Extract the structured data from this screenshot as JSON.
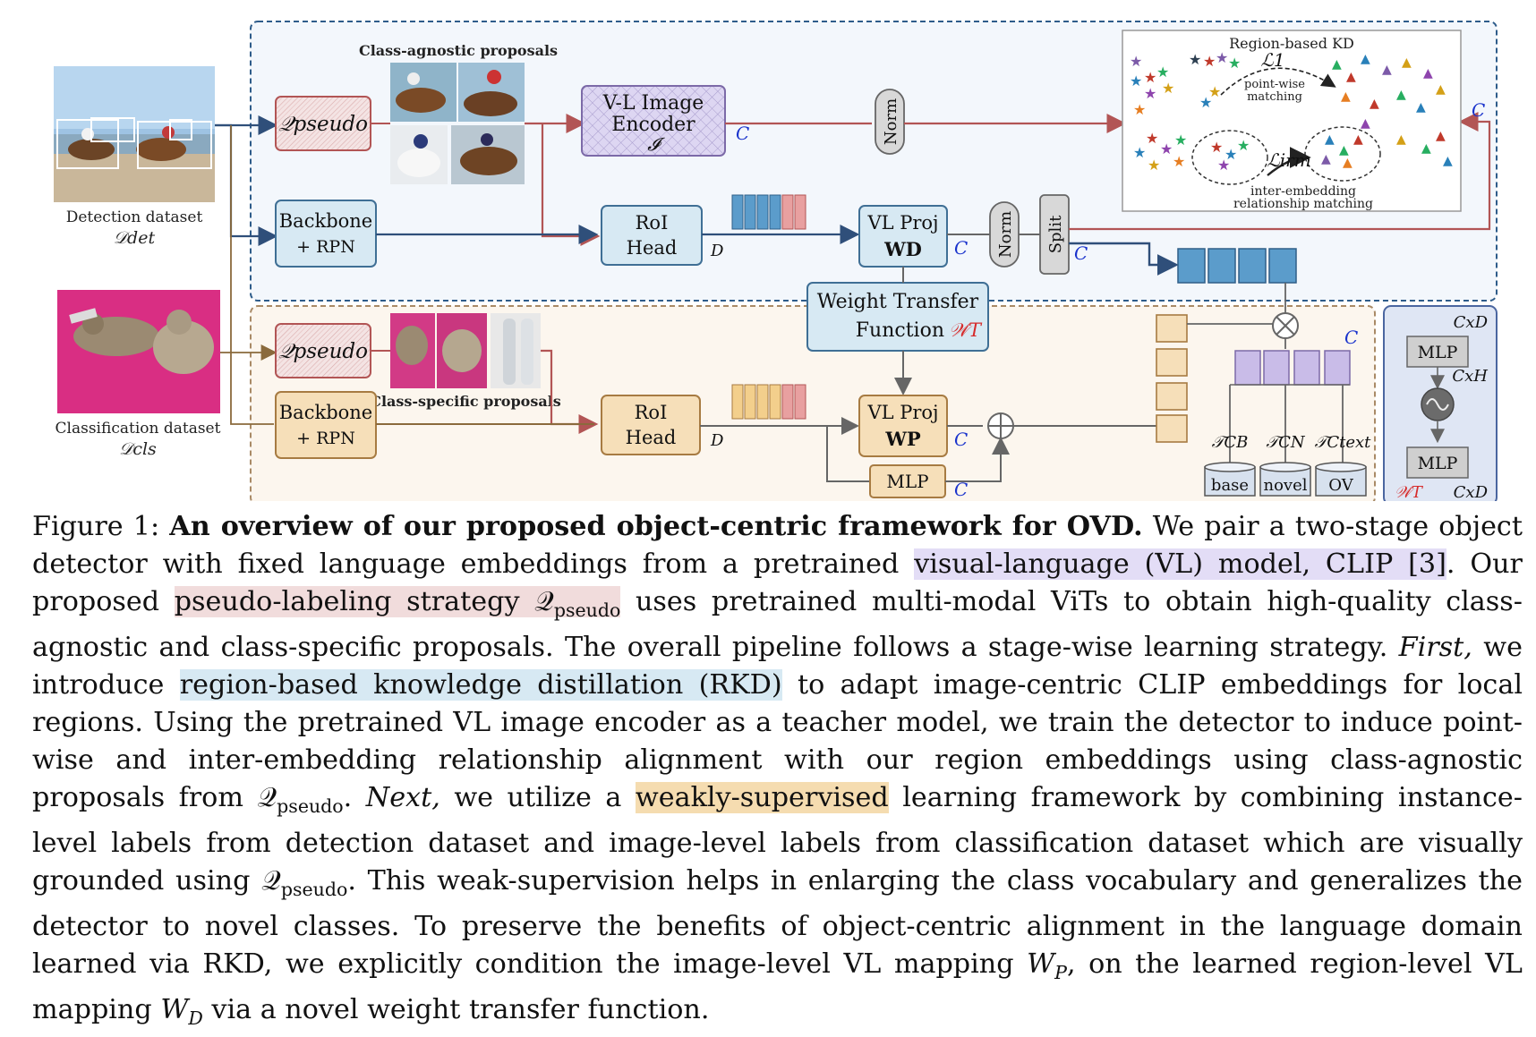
{
  "diagram": {
    "detection_dataset_label": "Detection dataset",
    "detection_dataset_symbol": "𝒟det",
    "classification_dataset_label": "Classification dataset",
    "classification_dataset_symbol": "𝒟cls",
    "q_pseudo_label": "𝒬pseudo",
    "class_agnostic_title": "Class-agnostic proposals",
    "class_specific_title": "Class-specific proposals",
    "backbone_line1": "Backbone",
    "backbone_line2": "+ RPN",
    "vl_encoder_line1": "V-L Image",
    "vl_encoder_line2": "Encoder",
    "vl_encoder_symbol": "𝓘",
    "roi_line1": "RoI",
    "roi_line2": "Head",
    "dim_D": "D",
    "dim_C": "C",
    "norm_label": "Norm",
    "split_label": "Split",
    "vlproj_line1": "VL Proj",
    "vlproj_wd": "WD",
    "vlproj_wp": "WP",
    "weight_transfer_line1": "Weight Transfer",
    "weight_transfer_line2": "Function",
    "wt_symbol": "𝒲T",
    "mlp_label": "MLP",
    "rkd_title": "Region-based KD",
    "l1_label": "ℒ1",
    "pointwise_line1": "point-wise",
    "pointwise_line2": "matching",
    "lirm_label": "ℒirm",
    "irm_line1": "inter-embedding",
    "irm_line2": "relationship matching",
    "text_emb_base": "𝒯CB",
    "text_emb_novel": "𝒯CN",
    "text_emb_text": "𝒯Ctext",
    "db_base": "base",
    "db_novel": "novel",
    "db_ov": "OV",
    "wt_panel_cxd_top": "CxD",
    "wt_panel_cxh": "CxH",
    "wt_panel_cxd_bottom": "CxD",
    "wt_panel_mlp": "MLP"
  },
  "caption": {
    "figure_label": "Figure 1:",
    "title": "An overview of our proposed object-centric framework for OVD.",
    "s1": "We pair a two-stage object detector with fixed language embeddings from a pretrained",
    "hl_vl": "visual-language (VL) model, CLIP [3]",
    "s2": ". Our proposed",
    "hl_pseudo": "pseudo-labeling strategy 𝒬",
    "hl_pseudo_sub": "pseudo",
    "s3": "uses pretrained multi-modal ViTs to obtain high-quality class-agnostic and class-specific proposals. The overall pipeline follows a stage-wise learning strategy.",
    "first": "First,",
    "s4": "we introduce",
    "hl_rkd": "region-based knowledge distillation (RKD)",
    "s5": "to adapt image-centric CLIP embeddings for local regions. Using the pretrained VL image encoder as a teacher model, we train the detector to induce point-wise and inter-embedding relationship alignment with our region embeddings using class-agnostic proposals from 𝒬",
    "s5_sub": "pseudo",
    "s5_end": ".",
    "next": "Next,",
    "s6": "we utilize a",
    "hl_weak": "weakly-supervised",
    "s7": "learning framework by combining instance-level labels from detection dataset and image-level labels from classification dataset which are visually grounded using 𝒬",
    "s7_sub": "pseudo",
    "s8": ". This weak-supervision helps in enlarging the class vocabulary and generalizes the detector to novel classes. To preserve the benefits of object-centric alignment in the language domain learned via RKD, we explicitly condition the image-level VL mapping",
    "wp": "W",
    "wp_sub": "P",
    "s9": ", on the learned region-level VL mapping",
    "wd": "W",
    "wd_sub": "D",
    "s10": "via a novel weight transfer function."
  }
}
